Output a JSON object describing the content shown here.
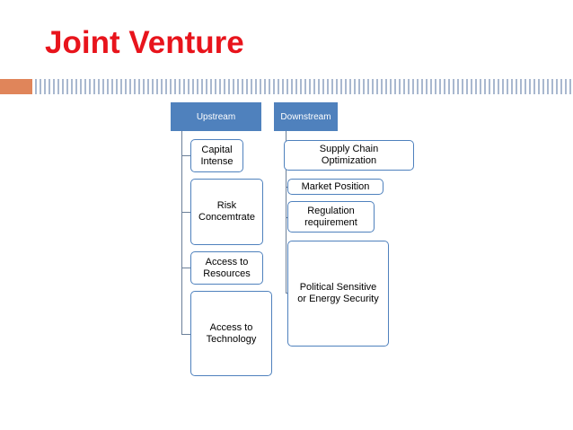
{
  "slide": {
    "title": "Joint Venture"
  },
  "diagram": {
    "upstream": {
      "header": "Upstream",
      "items": [
        "Capital\nIntense",
        "Risk\nConcemtrate",
        "Access to\nResources",
        "Access to\nTechnology"
      ]
    },
    "downstream": {
      "header": "Downstream",
      "items": [
        "Supply Chain\nOptimization",
        "Market Position",
        "Regulation\nrequirement",
        "Political Sensitive\nor Energy Security"
      ]
    }
  },
  "colors": {
    "title": "#e8141c",
    "accent": "#e0855a",
    "header_fill": "#4f81bd",
    "node_border": "#4f81bd",
    "stripe": "#a9b8cf"
  }
}
